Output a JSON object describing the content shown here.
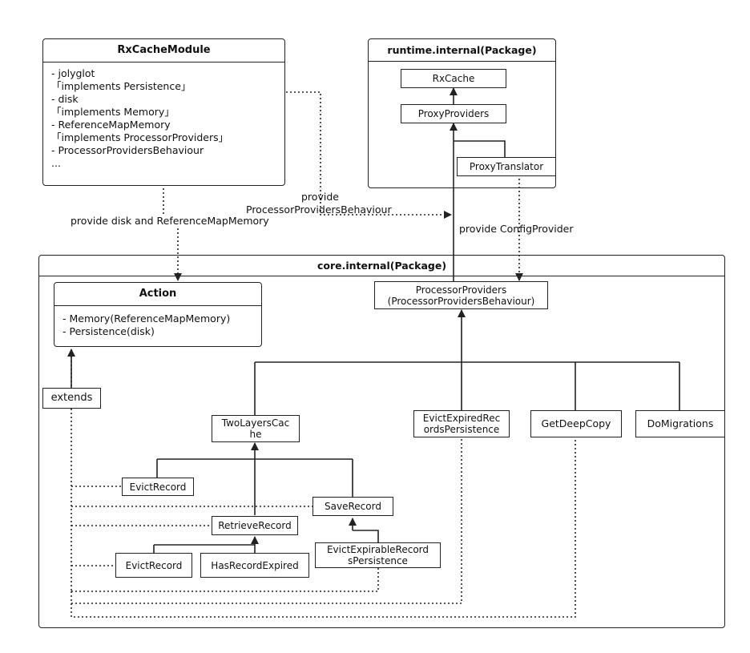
{
  "rxcache_module": {
    "title": "RxCacheModule",
    "members": [
      "- jolyglot",
      "「implements Persistence」",
      "- disk",
      "「implements Memory」",
      "- ReferenceMapMemory",
      "「implements ProcessorProviders」",
      "- ProcessorProvidersBehaviour",
      "..."
    ]
  },
  "runtime_package": {
    "title": "runtime.internal(Package)",
    "rxcache": "RxCache",
    "proxy_providers": "ProxyProviders",
    "proxy_translator": "ProxyTranslator"
  },
  "core_package": {
    "title": "core.internal(Package)",
    "action": {
      "title": "Action",
      "members": [
        "- Memory(ReferenceMapMemory)",
        "- Persistence(disk)"
      ]
    },
    "processor_providers": [
      "ProcessorProviders",
      "(ProcessorProvidersBehaviour)"
    ],
    "extends": "extends",
    "two_layers_cache": [
      "TwoLayersCac",
      "he"
    ],
    "evict_expired_records_persistence": [
      "EvictExpiredRec",
      "ordsPersistence"
    ],
    "get_deep_copy": "GetDeepCopy",
    "do_migrations": "DoMigrations",
    "evict_record_upper": "EvictRecord",
    "save_record": "SaveRecord",
    "retrieve_record": "RetrieveRecord",
    "evict_expirable_records_persistence": [
      "EvictExpirableRecord",
      "sPersistence"
    ],
    "evict_record_lower": "EvictRecord",
    "has_record_expired": "HasRecordExpired"
  },
  "edge_labels": {
    "provide_disk": "provide disk and ReferenceMapMemory",
    "provide_behaviour": [
      "provide",
      "ProcessorProvidersBehaviour"
    ],
    "provide_config": "provide ConfigProvider"
  }
}
